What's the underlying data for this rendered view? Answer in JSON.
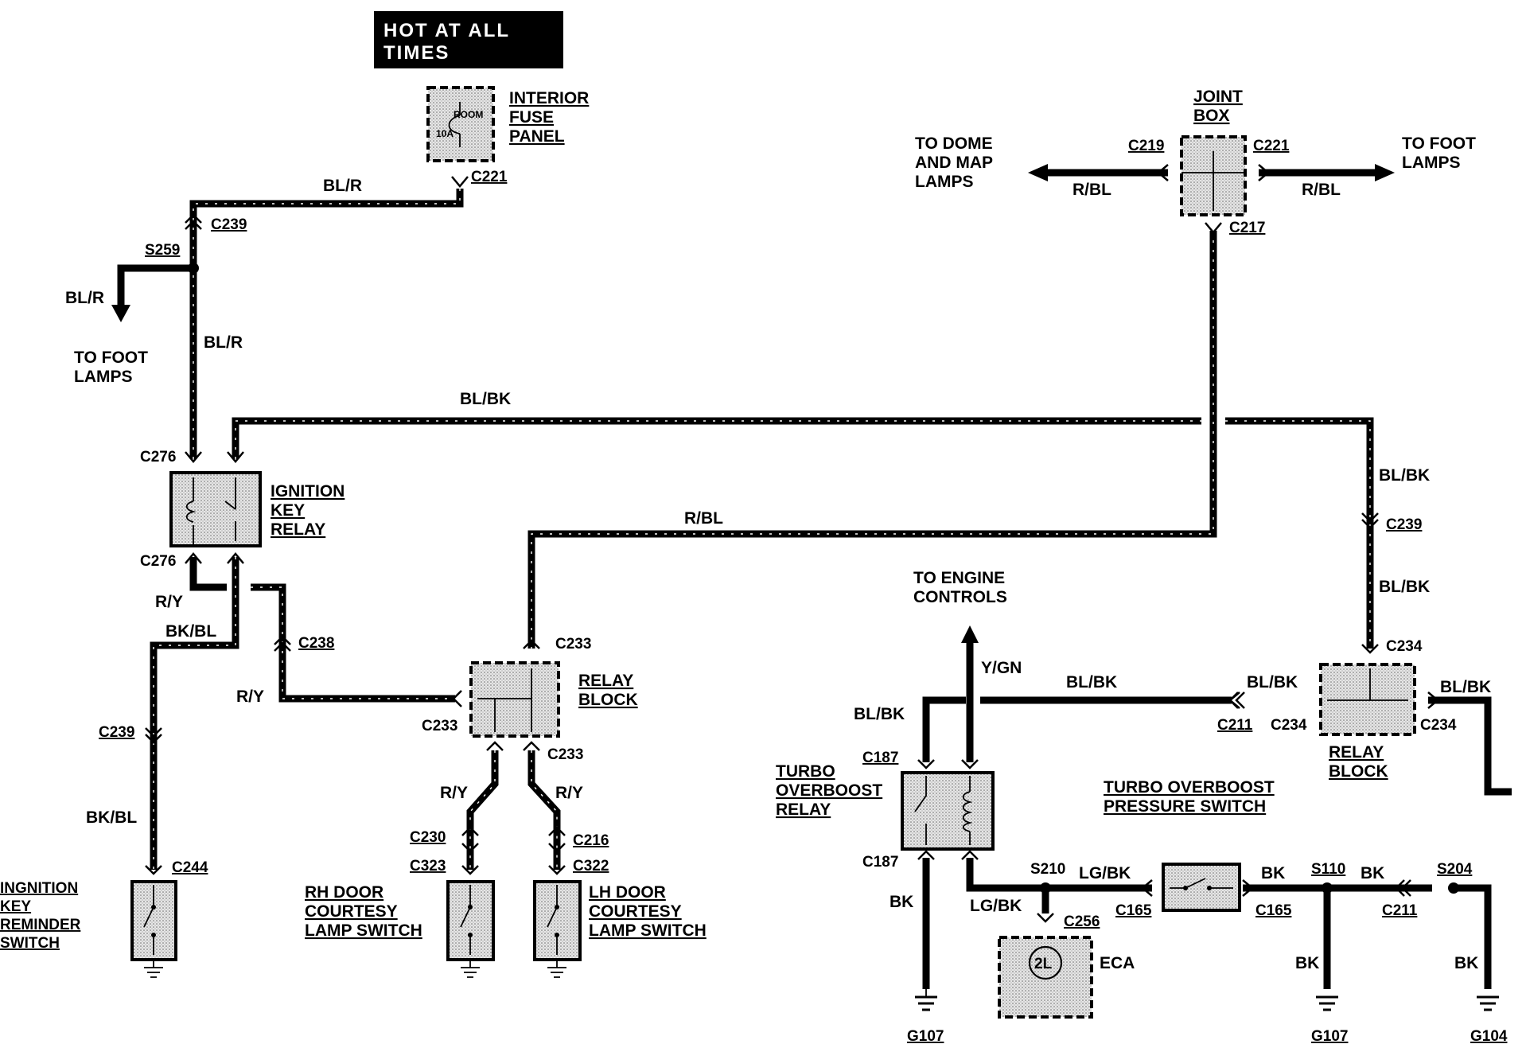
{
  "header": {
    "line1": "HOT AT ALL",
    "line2": "TIMES"
  },
  "components": {
    "interior_fuse_panel": {
      "lines": [
        "INTERIOR",
        "FUSE",
        "PANEL"
      ],
      "fuse_circuit": "ROOM",
      "fuse_rating": "10A"
    },
    "joint_box": {
      "lines": [
        "JOINT",
        "BOX"
      ]
    },
    "ignition_key_relay": {
      "lines": [
        "IGNITION",
        "KEY",
        "RELAY"
      ]
    },
    "relay_block_left": {
      "lines": [
        "RELAY",
        "BLOCK"
      ]
    },
    "relay_block_right": {
      "lines": [
        "RELAY",
        "BLOCK"
      ]
    },
    "reminder_switch": {
      "lines": [
        "INGNITION",
        "KEY",
        "REMINDER",
        "SWITCH"
      ]
    },
    "rh_door_switch": {
      "lines": [
        "RH DOOR",
        "COURTESY",
        "LAMP SWITCH"
      ]
    },
    "lh_door_switch": {
      "lines": [
        "LH DOOR",
        "COURTESY",
        "LAMP SWITCH"
      ]
    },
    "turbo_overboost_relay": {
      "lines": [
        "TURBO",
        "OVERBOOST",
        "RELAY"
      ]
    },
    "turbo_pressure_switch": {
      "lines": [
        "TURBO OVERBOOST",
        "PRESSURE SWITCH"
      ]
    },
    "eca": {
      "label": "ECA",
      "pin": "2L"
    }
  },
  "destinations": {
    "foot_lamps_left": [
      "TO FOOT",
      "LAMPS"
    ],
    "dome_map_lamps": [
      "TO DOME",
      "AND MAP",
      "LAMPS"
    ],
    "foot_lamps_right": [
      "TO FOOT",
      "LAMPS"
    ],
    "engine_controls": [
      "TO ENGINE",
      "CONTROLS"
    ]
  },
  "connectors": {
    "c221_fuse": "C221",
    "c239_top": "C239",
    "s259": "S259",
    "c219": "C219",
    "c221_joint": "C221",
    "c217": "C217",
    "c276_top": "C276",
    "c276_bottom": "C276",
    "c238": "C238",
    "c239_left": "C239",
    "c244": "C244",
    "c233_top": "C233",
    "c233_left": "C233",
    "c233_bottom": "C233",
    "c230": "C230",
    "c323": "C323",
    "c216": "C216",
    "c322": "C322",
    "c239_right": "C239",
    "c234_top": "C234",
    "c234_left": "C234",
    "c234_right": "C234",
    "c211_upper": "C211",
    "c187_top": "C187",
    "c187_bottom": "C187",
    "s210": "S210",
    "c256": "C256",
    "c165_left": "C165",
    "c165_right": "C165",
    "s110": "S110",
    "c211_lower": "C211",
    "s204": "S204",
    "g107_left": "G107",
    "g107_right": "G107",
    "g104": "G104"
  },
  "wires": {
    "bl_r_1": "BL/R",
    "bl_r_2": "BL/R",
    "bl_r_3": "BL/R",
    "bl_bk_top": "BL/BK",
    "r_bl_mid": "R/BL",
    "r_bl_left": "R/BL",
    "r_bl_right": "R/BL",
    "r_y_1": "R/Y",
    "bk_bl_1": "BK/BL",
    "r_y_2": "R/Y",
    "bk_bl_2": "BK/BL",
    "r_y_3": "R/Y",
    "r_y_4": "R/Y",
    "bl_bk_r1": "BL/BK",
    "bl_bk_r2": "BL/BK",
    "bl_bk_r3": "BL/BK",
    "y_gn": "Y/GN",
    "bl_bk_mid": "BL/BK",
    "bl_bk_relay_in": "BL/BK",
    "bl_bk_turbo": "BL/BK",
    "bk_1": "BK",
    "lg_bk_1": "LG/BK",
    "lg_bk_2": "LG/BK",
    "bk_2": "BK",
    "bk_3": "BK",
    "bk_4": "BK",
    "bk_5": "BK"
  }
}
